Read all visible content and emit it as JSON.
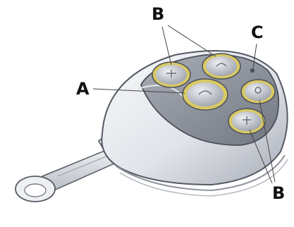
{
  "callouts": {
    "a": "A",
    "b_top": "B",
    "c": "C",
    "b_bottom": "B"
  },
  "colors": {
    "body_light": "#f2f3f6",
    "body_mid": "#d6d9e0",
    "body_shadow": "#9ea3ad",
    "panel": "#8a8f99",
    "button_face": "#c9ccd4",
    "button_ring": "#e4d77a",
    "outline": "#555a63",
    "line": "#444444"
  },
  "icons": {
    "button_symbols": [
      "lock-symbol-icon",
      "unlock-symbol-icon",
      "boot-release-icon",
      "panic-icon",
      "light-icon"
    ]
  }
}
